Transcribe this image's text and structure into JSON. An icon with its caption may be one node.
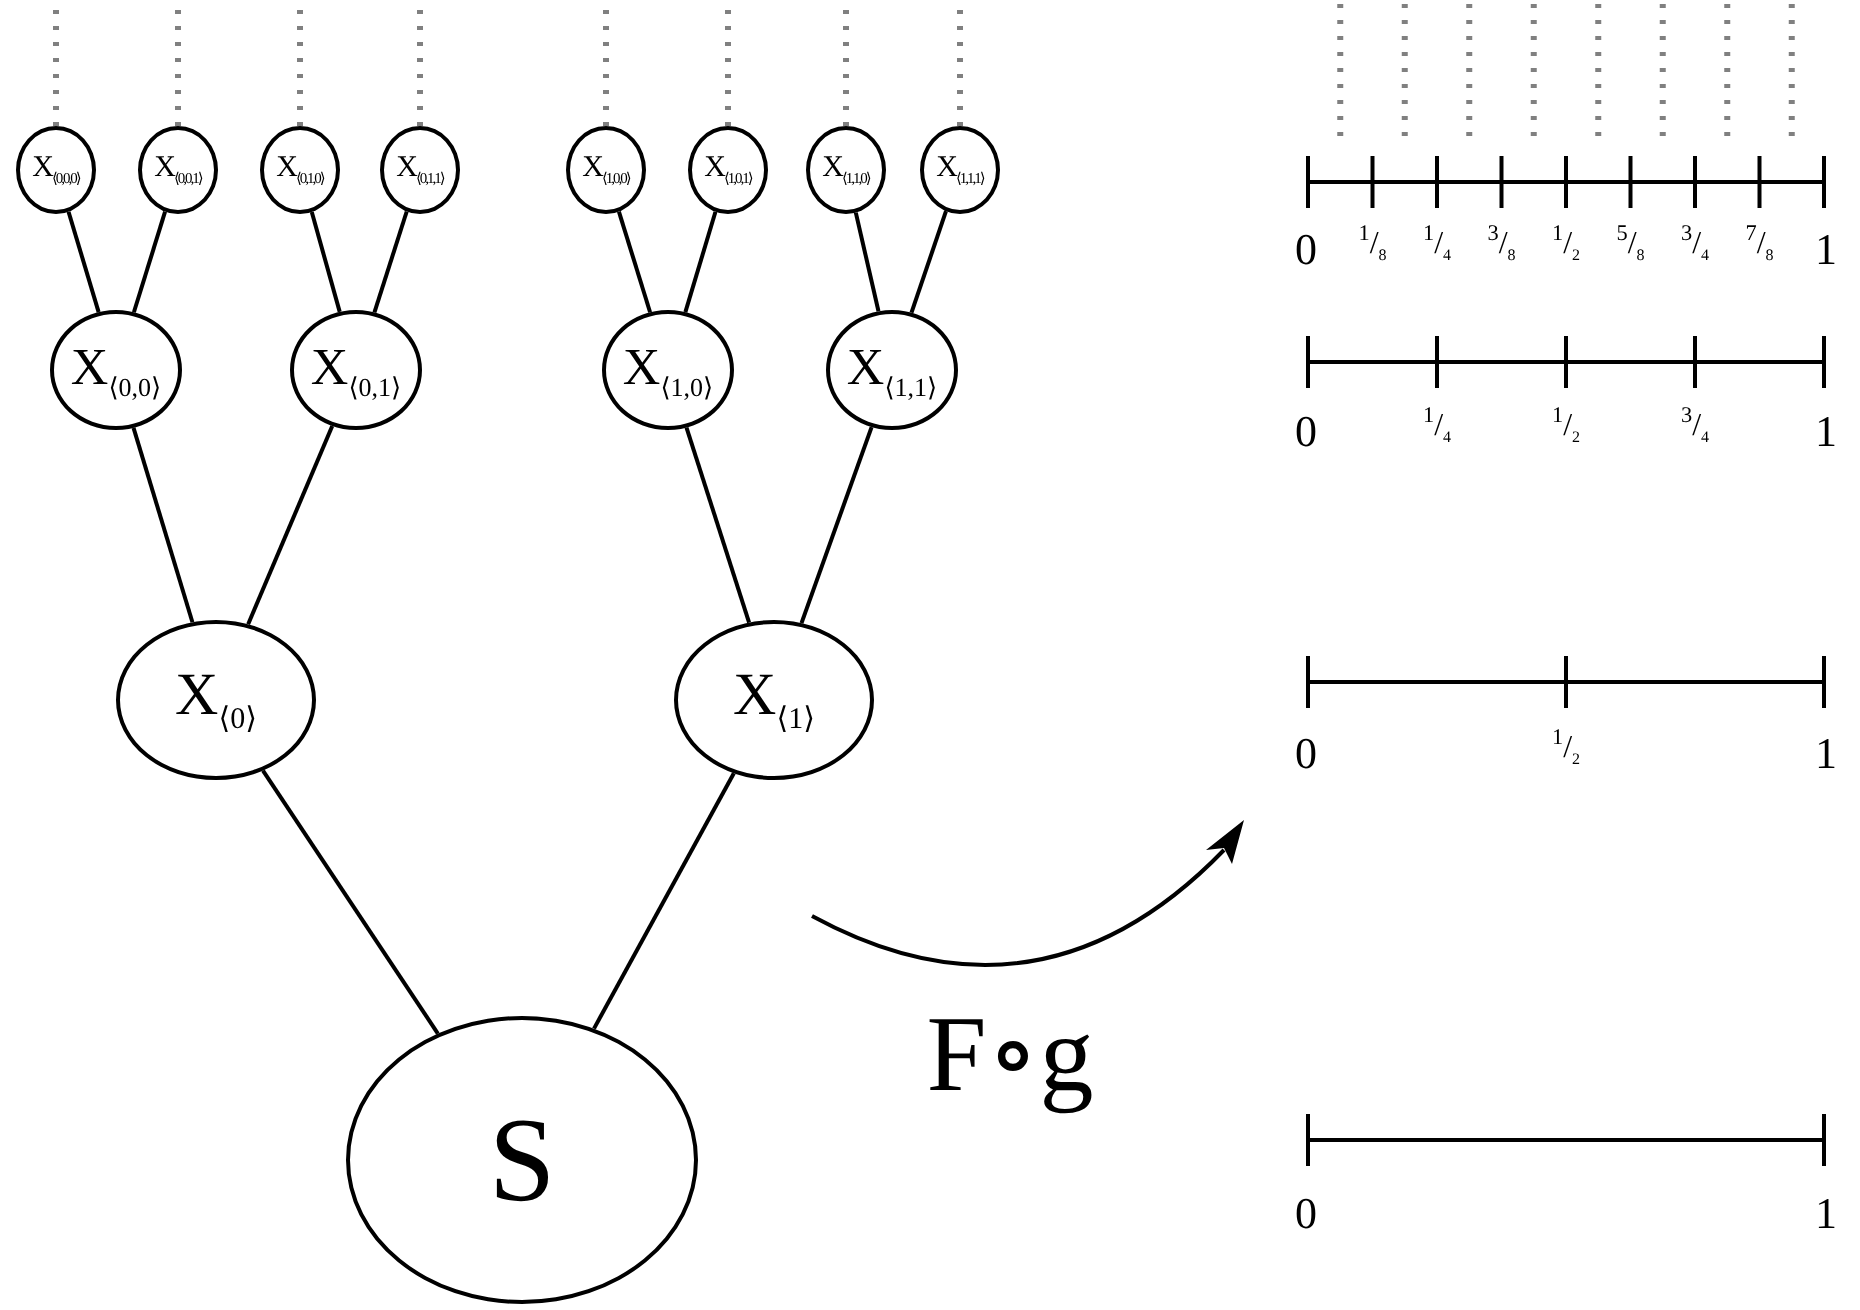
{
  "diagram": {
    "nodes": [
      {
        "text": [
          "X$_{⟨0,0,0⟩}$"
        ]
      },
      {
        "text": [
          "X$_{⟨0,0,1⟩}$"
        ]
      },
      {
        "text": [
          "X$_{⟨0,1,0⟩}$"
        ]
      },
      {
        "text": [
          "X$_{⟨0,1,1⟩}$"
        ]
      },
      {
        "text": [
          "X$_{⟨1,0,0⟩}$"
        ]
      },
      {
        "text": [
          "X$_{⟨1,0,1⟩}$"
        ]
      },
      {
        "text": [
          "X$_{⟨1,1,0⟩}$"
        ]
      },
      {
        "text": [
          "X$_{⟨1,1,1⟩}$"
        ]
      },
      {
        "text": [
          "X$_{⟨0,0⟩}$"
        ]
      },
      {
        "text": [
          "X$_{⟨0,1⟩}$"
        ]
      },
      {
        "text": [
          "X$_{⟨1,0⟩}$"
        ]
      },
      {
        "text": [
          "X$_{⟨1,1⟩}$"
        ]
      },
      {
        "text": [
          "X$_{⟨0⟩}$"
        ]
      },
      {
        "text": [
          "X$_{⟨1⟩}$"
        ]
      },
      {
        "text": [
          "S"
        ]
      }
    ],
    "edges": [
      {
        "from": 14,
        "to": 12,
        "arrow": "none"
      },
      {
        "from": 14,
        "to": 13,
        "arrow": "none"
      },
      {
        "from": 12,
        "to": 8,
        "arrow": "none"
      },
      {
        "from": 12,
        "to": 9,
        "arrow": "none"
      },
      {
        "from": 13,
        "to": 10,
        "arrow": "none"
      },
      {
        "from": 13,
        "to": 11,
        "arrow": "none"
      },
      {
        "from": 8,
        "to": 0,
        "arrow": "none"
      },
      {
        "from": 8,
        "to": 1,
        "arrow": "none"
      },
      {
        "from": 9,
        "to": 2,
        "arrow": "none"
      },
      {
        "from": 9,
        "to": 3,
        "arrow": "none"
      },
      {
        "from": 10,
        "to": 4,
        "arrow": "none"
      },
      {
        "from": 10,
        "to": 5,
        "arrow": "none"
      },
      {
        "from": 11,
        "to": 6,
        "arrow": "none"
      },
      {
        "from": 11,
        "to": 7,
        "arrow": "none"
      },
      {
        "from": 0,
        "to": null,
        "arrow": "none",
        "style": "dashed",
        "color": "#808080"
      },
      {
        "from": 1,
        "to": null,
        "arrow": "none",
        "style": "dashed",
        "color": "#808080"
      },
      {
        "from": 2,
        "to": null,
        "arrow": "none",
        "style": "dashed",
        "color": "#808080"
      },
      {
        "from": 3,
        "to": null,
        "arrow": "none",
        "style": "dashed",
        "color": "#808080"
      },
      {
        "from": 4,
        "to": null,
        "arrow": "none",
        "style": "dashed",
        "color": "#808080"
      },
      {
        "from": 5,
        "to": null,
        "arrow": "none",
        "style": "dashed",
        "color": "#808080"
      },
      {
        "from": 6,
        "to": null,
        "arrow": "none",
        "style": "dashed",
        "color": "#808080"
      },
      {
        "from": 7,
        "to": null,
        "arrow": "none",
        "style": "dashed",
        "color": "#808080"
      }
    ],
    "labels": [
      "0",
      "$^{1}$/$_{8}$",
      "$^{1}$/$_{4}$",
      "$^{3}$/$_{8}$",
      "$^{1}$/$_{2}$",
      "$^{5}$/$_{8}$",
      "$^{3}$/$_{4}$",
      "$^{7}$/$_{8}$",
      "1",
      "0",
      "$^{1}$/$_{4}$",
      "$^{1}$/$_{2}$",
      "$^{3}$/$_{4}$",
      "1",
      "0",
      "$^{1}$/$_{2}$",
      "1",
      "0",
      "1",
      "F∘g"
    ]
  }
}
